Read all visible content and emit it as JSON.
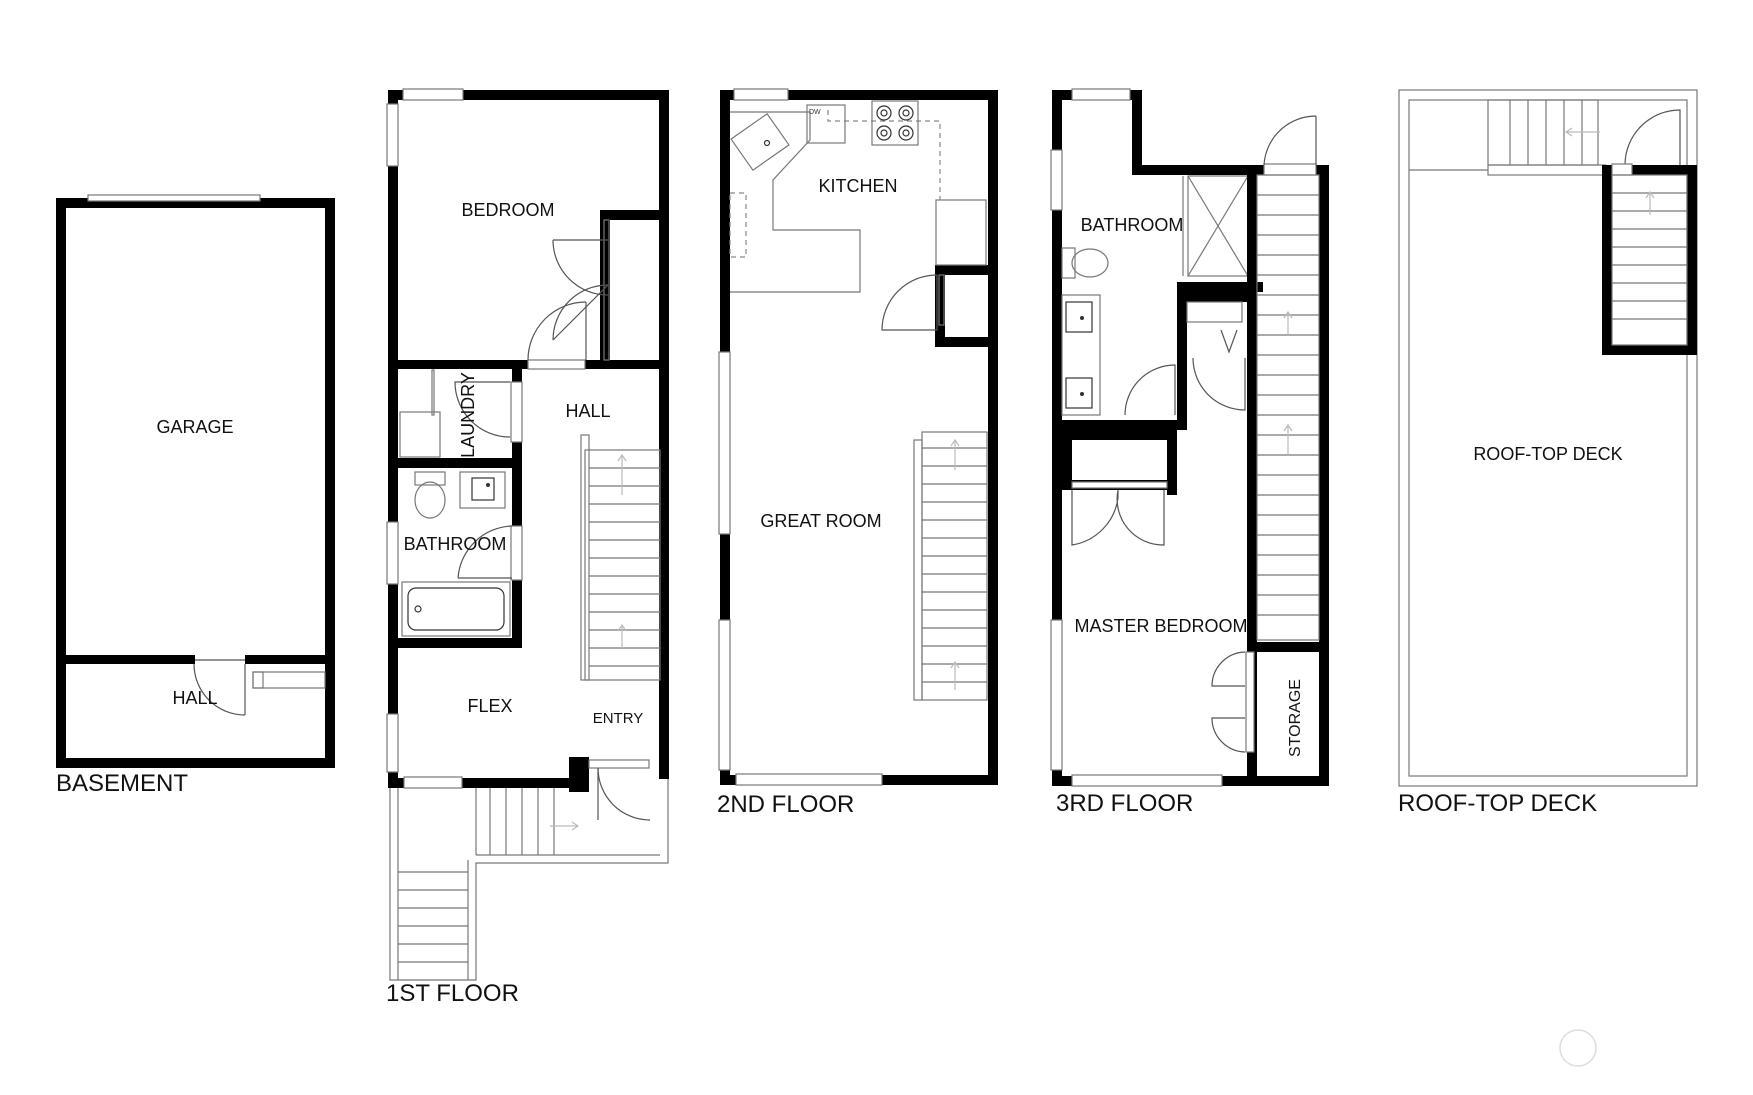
{
  "colors": {
    "wall": "#000000",
    "thin_line": "#777777",
    "background": "#ffffff",
    "text": "#111111"
  },
  "floors": {
    "basement": {
      "caption": "BASEMENT",
      "rooms": {
        "garage": "GARAGE",
        "hall": "HALL"
      }
    },
    "first": {
      "caption": "1ST FLOOR",
      "rooms": {
        "bedroom": "BEDROOM",
        "laundry": "LAUNDRY",
        "hall": "HALL",
        "bathroom": "BATHROOM",
        "flex": "FLEX",
        "entry": "ENTRY"
      }
    },
    "second": {
      "caption": "2ND FLOOR",
      "rooms": {
        "kitchen": "KITCHEN",
        "great_room": "GREAT ROOM"
      },
      "appliance_label": "DW"
    },
    "third": {
      "caption": "3RD FLOOR",
      "rooms": {
        "bathroom": "BATHROOM",
        "master_bedroom": "MASTER BEDROOM",
        "storage": "STORAGE"
      }
    },
    "roof": {
      "caption": "ROOF-TOP DECK",
      "rooms": {
        "deck": "ROOF-TOP DECK"
      }
    }
  },
  "icons": [
    "stair-icon",
    "door-swing-icon",
    "window-icon",
    "sink-icon",
    "toilet-icon",
    "bathtub-icon",
    "cooktop-icon",
    "watermark-icon"
  ]
}
